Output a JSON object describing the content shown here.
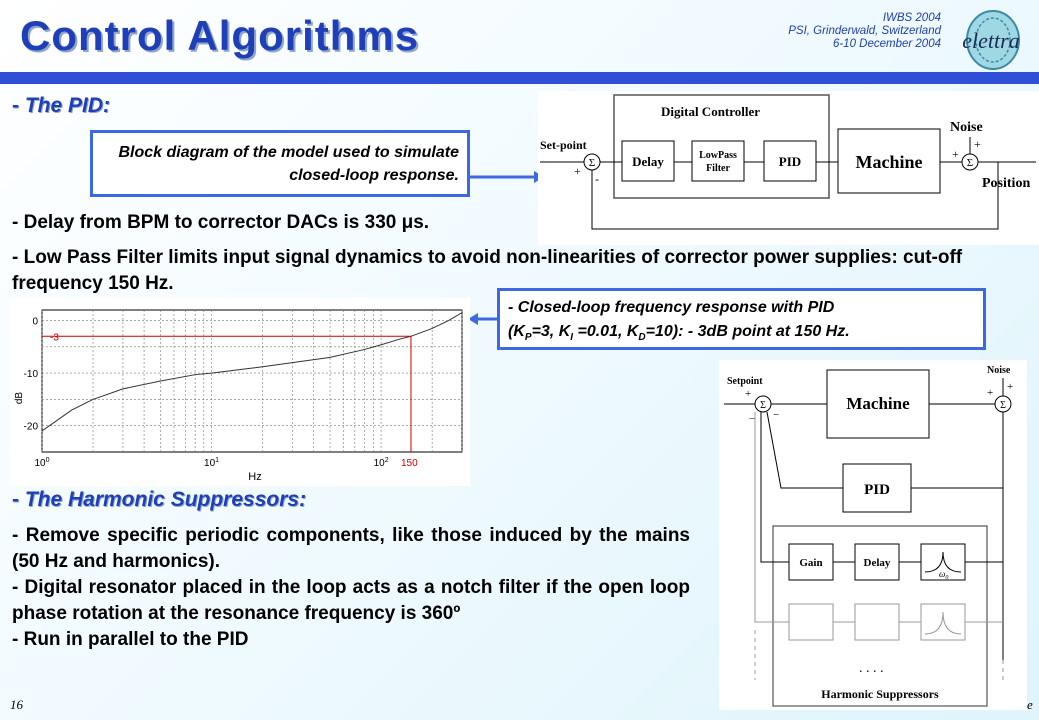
{
  "header": {
    "title": "Control Algorithms",
    "conference": "IWBS 2004",
    "location": "PSI, Grinderwald, Switzerland",
    "dates": "6-10 December 2004",
    "logo_text": "elettra"
  },
  "pid_section": {
    "heading": "- The PID:",
    "callout": "Block diagram of the model used to simulate closed-loop response.",
    "delay_text": "- Delay from BPM to corrector DACs is 330 μs.",
    "lpf_text": "- Low Pass Filter limits input signal dynamics to avoid non-linearities of corrector power supplies: cut-off frequency 150 Hz."
  },
  "block_diagram": {
    "controller_label": "Digital Controller",
    "setpoint_label": "Set-point",
    "delay": "Delay",
    "lowpass_1": "LowPass",
    "lowpass_2": "Filter",
    "pid": "PID",
    "machine": "Machine",
    "noise": "Noise",
    "position": "Position",
    "sigma": "Σ",
    "plus": "+",
    "minus": "-"
  },
  "freq_callout": {
    "line1": "- Closed-loop frequency response with PID",
    "kp_label": "(K",
    "kp_sub": "P",
    "kp_val": "=3, K",
    "ki_sub": "I",
    "ki_val": " =0.01, K",
    "kd_sub": "D",
    "kd_val": "=10): - 3dB point at 150 Hz."
  },
  "chart_data": {
    "type": "line",
    "xlabel": "Hz",
    "ylabel": "dB",
    "x_scale": "log",
    "xlim": [
      1,
      300
    ],
    "ylim": [
      -25,
      2
    ],
    "grid": true,
    "x_ticks": [
      "10^0",
      "10^1",
      "10^2"
    ],
    "y_ticks": [
      "0",
      "-10",
      "-20"
    ],
    "series": [
      {
        "x": [
          1,
          1.5,
          2,
          3,
          5,
          8,
          10,
          15,
          20,
          30,
          50,
          80,
          100,
          130,
          150,
          200,
          250,
          300
        ],
        "y": [
          -21,
          -17,
          -15,
          -13,
          -11.5,
          -10.3,
          -10,
          -9.3,
          -8.8,
          -8,
          -7,
          -5.5,
          -4.6,
          -3.5,
          -3,
          -1.5,
          0,
          1.5
        ]
      }
    ],
    "annotations": [
      {
        "label": "-3",
        "axis": "y",
        "value": -3,
        "color": "#cc0000"
      },
      {
        "label": "150",
        "axis": "x",
        "value": 150,
        "color": "#cc0000"
      }
    ]
  },
  "harmonic_section": {
    "heading": "- The Harmonic Suppressors:",
    "line1": "- Remove specific periodic components, like those induced by the mains (50 Hz and harmonics).",
    "line2": "- Digital resonator placed in the loop acts as a notch filter if the open loop phase rotation at the resonance frequency is 360º",
    "line3": "- Run in parallel to the PID"
  },
  "hs_diagram": {
    "setpoint": "Setpoint",
    "noise": "Noise",
    "machine": "Machine",
    "pid": "PID",
    "gain": "Gain",
    "delay": "Delay",
    "omega": "ω",
    "omega_sub": "0",
    "dots": ". . . .",
    "footer": "Harmonic Suppressors",
    "sigma": "Σ",
    "plus": "+",
    "minus": "−"
  },
  "footer": {
    "page": "16",
    "right_fragment": "e"
  }
}
